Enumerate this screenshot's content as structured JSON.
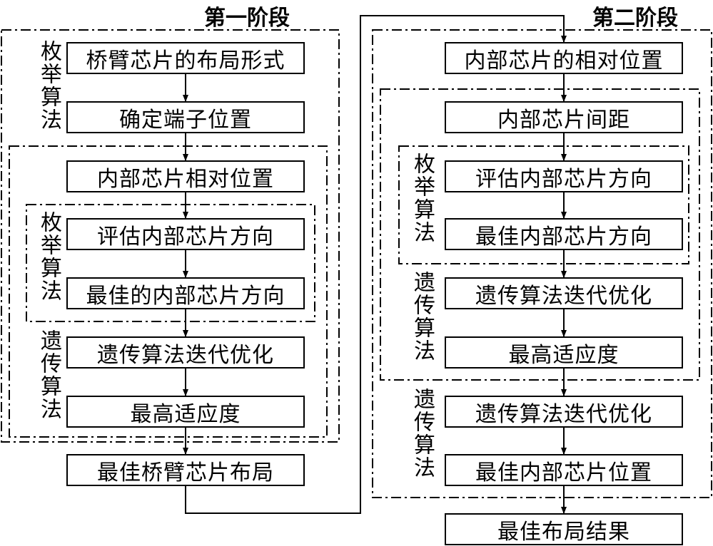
{
  "stage1": {
    "title": "第一阶段",
    "enum_label": "枚举算法",
    "inner_enum_label": "枚举算法",
    "ga_label": "遗传算法",
    "boxes": {
      "b1": "桥臂芯片的布局形式",
      "b2": "确定端子位置",
      "b3": "内部芯片相对位置",
      "b4": "评估内部芯片方向",
      "b5": "最佳的内部芯片方向",
      "b6": "遗传算法迭代优化",
      "b7": "最高适应度",
      "b8": "最佳桥臂芯片布局"
    }
  },
  "stage2": {
    "title": "第二阶段",
    "inner_enum_label": "枚举算法",
    "inner_ga_label": "遗传算法",
    "ga_label": "遗传算法",
    "boxes": {
      "c1": "内部芯片的相对位置",
      "c2": "内部芯片间距",
      "c3": "评估内部芯片方向",
      "c4": "最佳内部芯片方向",
      "c5": "遗传算法迭代优化",
      "c6": "最高适应度",
      "c7": "遗传算法迭代优化",
      "c8": "最佳内部芯片位置",
      "c9": "最佳布局结果"
    }
  }
}
